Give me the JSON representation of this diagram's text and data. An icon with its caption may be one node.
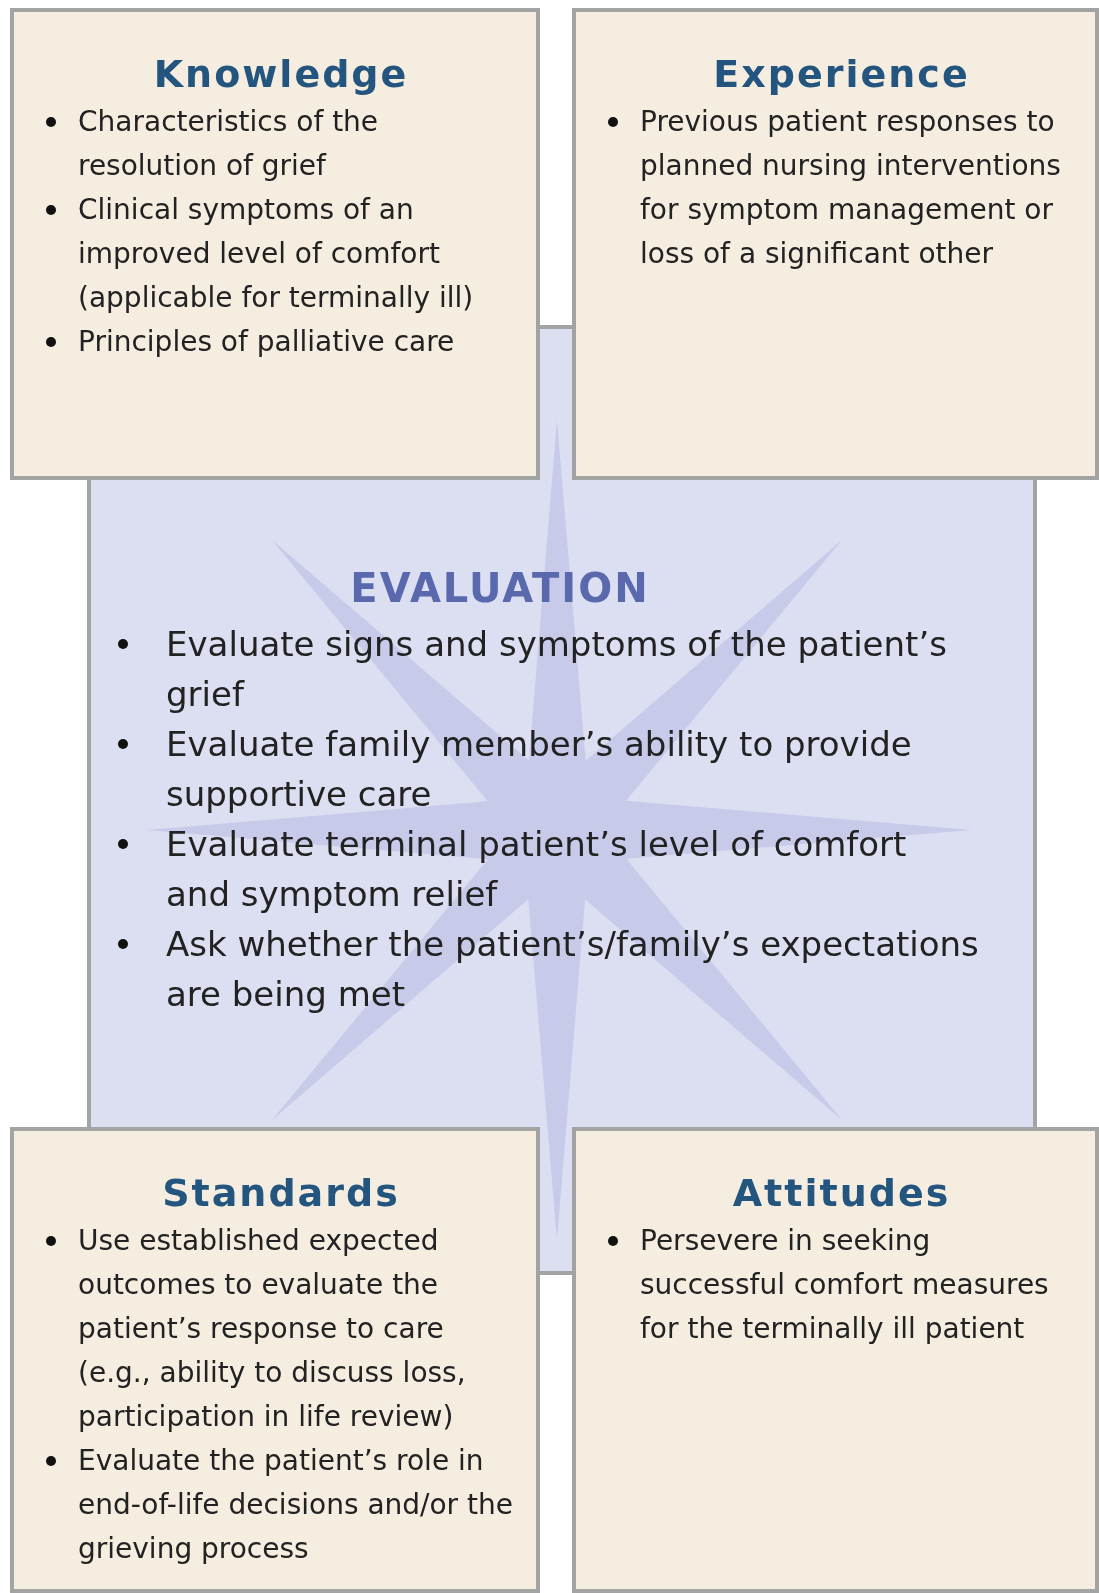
{
  "diagram": {
    "nodes": [
      {
        "text": [
          "Knowledge",
          "Characteristics of the resolution of grief",
          "Clinical symptoms of an improved level of comfort (applicable for terminally ill)",
          "Principles of palliative care"
        ]
      },
      {
        "text": [
          "Experience",
          "Previous patient responses to planned nursing interventions for symptom management or loss of a significant other"
        ]
      },
      {
        "text": [
          "EVALUATION",
          "Evaluate signs and symptoms of the patient’s grief",
          "Evaluate family member’s ability to provide supportive care",
          "Evaluate terminal patient’s level of comfort and symptom relief",
          "Ask whether the patient’s/family’s expectations are being met"
        ]
      },
      {
        "text": [
          "Standards",
          "Use established expected outcomes to evaluate the patient’s response to care (e.g., ability to discuss loss, participation in life review)",
          "Evaluate the patient’s role in end-of-life decisions and/or the grieving process"
        ]
      },
      {
        "text": [
          "Attitudes",
          "Persevere in seeking successful comfort measures for the terminally ill patient"
        ]
      }
    ]
  }
}
